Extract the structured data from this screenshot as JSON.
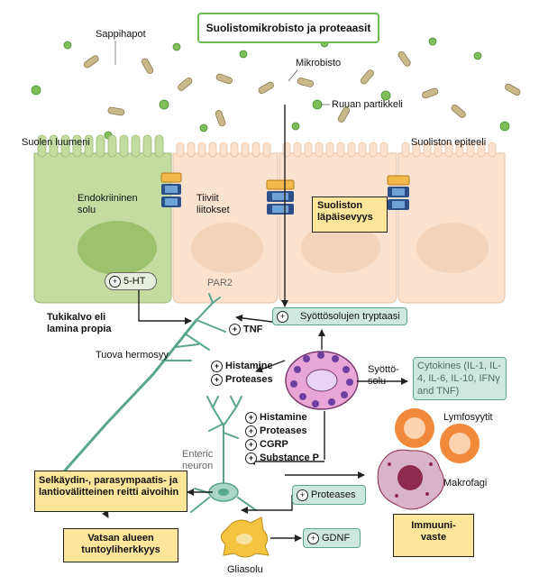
{
  "title": "Suolistomikrobisto ja proteaasit",
  "labels": {
    "bile_acids": "Sappihapot",
    "microbiota": "Mikrobisto",
    "food_particle": "Ruuan partikkeli",
    "lumen": "Suolen luumeni",
    "epithelium": "Suoliston epiteeli",
    "endocrine_cell": "Endokriininen solu",
    "tight_junctions": "Tiiviit liitokset",
    "permeability": "Suoliston läpäisevyys",
    "par2": "PAR2",
    "serotonin": "5-HT",
    "lamina_propria": "Tukikalvo eli lamina propia",
    "mast_tryptase": "Syöttösolujen tryptaasi",
    "tnf": "TNF",
    "afferent_nerve": "Tuova hermosyy",
    "mast_cell": "Syöttö-solu",
    "cytokines": "Cytokines (IL-1, IL-4, IL-6, IL-10, IFNγ and TNF)",
    "lymphocytes": "Lymfosyytit",
    "macrophage": "Makrofagi",
    "enteric_neuron": "Enteric neuron",
    "spinal_route": "Selkäydin-, parasympaatis- ja lantiovälitteinen reitti aivoihin",
    "hypersensitivity": "Vatsan alueen tuntoyliherkkyys",
    "immune_response": "Immuuni-vaste",
    "glia": "Gliasolu",
    "proteases_box": "Proteases",
    "gdnf": "GDNF",
    "plus": "+"
  },
  "mast_mediators": [
    "Histamine",
    "Proteases"
  ],
  "neuron_mediators": [
    "Histamine",
    "Proteases",
    "CGRP",
    "Substance P"
  ],
  "colors": {
    "endocrine": "#c4dca0",
    "endocrine_nucleus": "#9cc26e",
    "epithelial": "#fbe2cf",
    "epithelial_nucleus": "#f3d4bb",
    "yellow_box": "#fde59a",
    "teal_box": "#cfe8df",
    "green_circle": "#7fbf5a",
    "bacteria": "#c9b98a",
    "mast_cell": "#e7a6d6",
    "lymphocyte": "#f08a3a",
    "macrophage": "#8e2a4e",
    "glia": "#f4c440"
  }
}
